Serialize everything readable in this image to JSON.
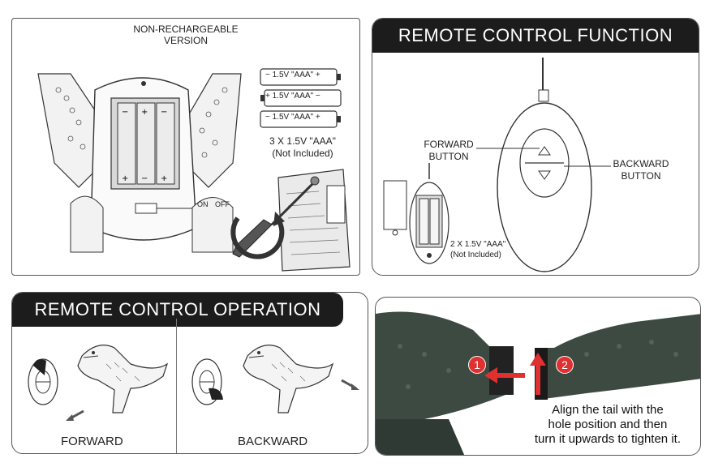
{
  "battery_panel": {
    "title_line1": "NON-RECHARGEABLE",
    "title_line2": "VERSION",
    "batteries": [
      {
        "neg": "−",
        "label": "1.5V \"AAA\"",
        "pos": "+"
      },
      {
        "neg": "+",
        "label": "1.5V \"AAA\"",
        "pos": "−"
      },
      {
        "neg": "−",
        "label": "1.5V \"AAA\"",
        "pos": "+"
      }
    ],
    "battery_note_line1": "3 X 1.5V \"AAA\"",
    "battery_note_line2": "(Not Included)",
    "switch_on": "ON",
    "switch_off": "OFF"
  },
  "function_panel": {
    "title": "REMOTE CONTROL FUNCTION",
    "forward_line1": "FORWARD",
    "forward_line2": "BUTTON",
    "backward_line1": "BACKWARD",
    "backward_line2": "BUTTON",
    "battery_note_line1": "2 X 1.5V \"AAA\"",
    "battery_note_line2": "(Not Included)"
  },
  "operation_panel": {
    "title": "REMOTE CONTROL OPERATION",
    "forward_label": "FORWARD",
    "backward_label": "BACKWARD"
  },
  "tail_panel": {
    "step1": "1",
    "step2": "2",
    "instruction_line1": "Align the tail with the",
    "instruction_line2": "hole position and then",
    "instruction_line3": "turn it upwards to tighten it."
  },
  "colors": {
    "arrow_red": "#e03030",
    "header_dark": "#1c1c1c",
    "dino_green": "#3d4a42"
  }
}
